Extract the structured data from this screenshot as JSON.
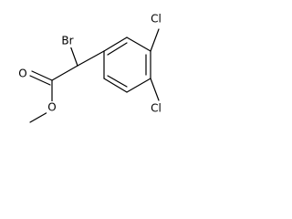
{
  "molecule": {
    "atoms": {
      "bromine": "Br",
      "oxygen_carbonyl": "O",
      "oxygen_ester": "O",
      "chlorine_top": "Cl",
      "chlorine_bottom": "Cl"
    }
  }
}
